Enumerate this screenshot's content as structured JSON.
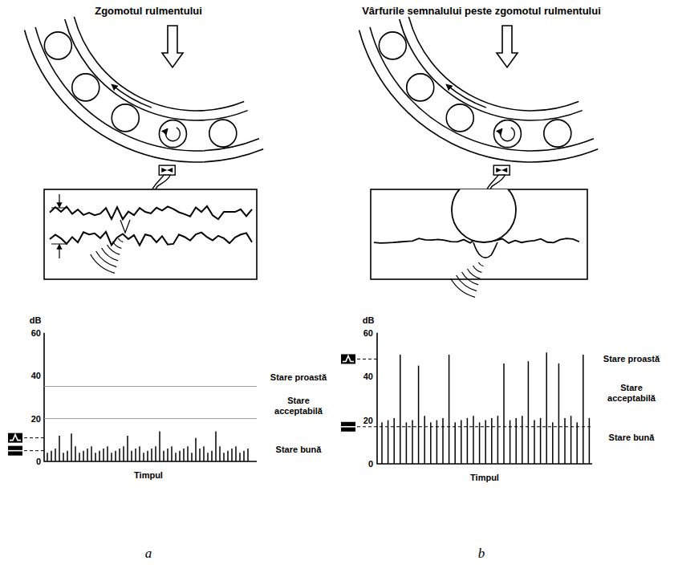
{
  "diagram": {
    "labels": [
      "Zgomotul rulmentului",
      "Vârfurile semnalului peste zgomotul rulmentului",
      "dB",
      "60",
      "40",
      "20",
      "0",
      "Stare proastă",
      "Stare acceptabilă",
      "Stare bună",
      "Timpul",
      "dB",
      "60",
      "40",
      "20",
      "0",
      "Stare proastă",
      "Stare acceptabilă",
      "Stare bună",
      "Timpul",
      "a",
      "b"
    ]
  }
}
